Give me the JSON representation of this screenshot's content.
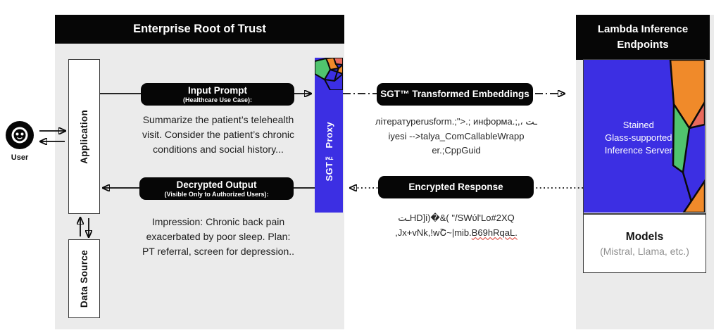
{
  "colors": {
    "panel": "#ebebeb",
    "blue": "#3c2fe3",
    "green": "#50c46e",
    "orange": "#f08a2a",
    "red": "#e96a5c",
    "black": "#060606",
    "squiggle": "#d93025"
  },
  "left": {
    "header": "Enterprise Root of Trust",
    "user": "User",
    "application": "Application",
    "data_source": "Data Source",
    "input": {
      "title": "Input Prompt",
      "subtitle": "(Healthcare Use Case):",
      "body": [
        "Summarize the patient’s telehealth",
        "visit. Consider the patient’s chronic",
        "conditions and social history..."
      ]
    },
    "output": {
      "title": "Decrypted Output",
      "subtitle": "(Visible Only to Authorized Users):",
      "body": [
        "Impression: Chronic back pain",
        "exacerbated by poor sleep. Plan:",
        "PT referral, screen for depression.."
      ]
    }
  },
  "proxy": {
    "label": "SGT™ Proxy"
  },
  "flows": {
    "embeddings": {
      "label": "SGT™ Transformed Embeddings",
      "cipher": [
        "літературerusform.;\">.; информа.;,، ـت",
        "iyesi -->talya_ComCallableWrapp",
        "er.;CppGuid"
      ]
    },
    "response": {
      "label": "Encrypted Response",
      "cipher_line1": "ـتHD]i)�&( \"/SWύl'Lo#2XQ",
      "cipher_line2_pre": ",Jx+vNk,!wՇ~|mib.",
      "cipher_line2_marked": "B69hRqaL."
    }
  },
  "right": {
    "header": "Lambda Inference Endpoints",
    "server": [
      "Stained",
      "Glass-supported",
      "Inference Server"
    ],
    "models_title": "Models",
    "models_subtitle": "(Mistral, Llama, etc.)"
  }
}
